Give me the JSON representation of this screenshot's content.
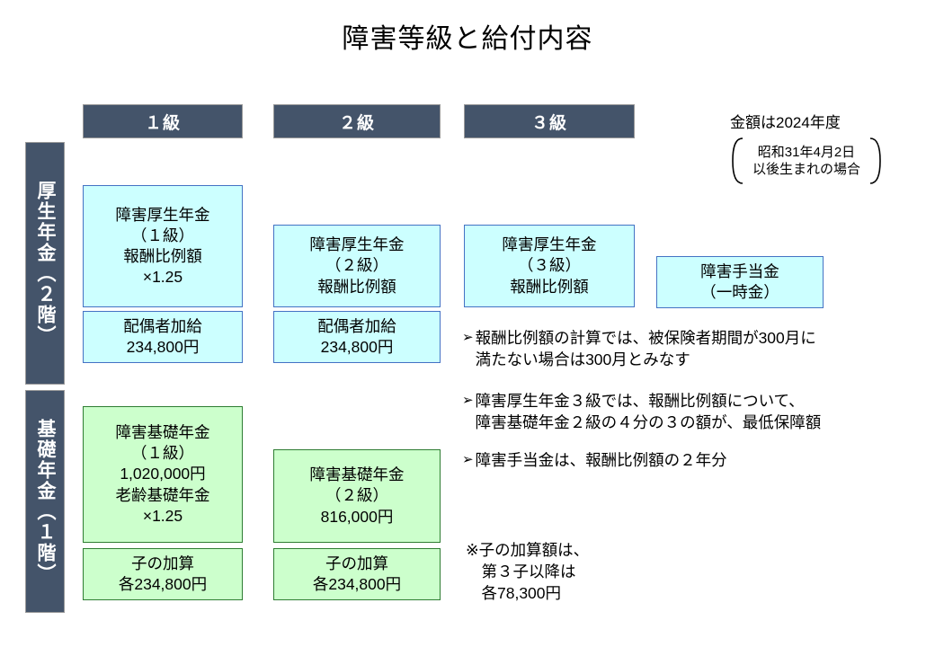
{
  "title": "障害等級と給付内容",
  "grade_headers": [
    {
      "label": "１級"
    },
    {
      "label": "２級"
    },
    {
      "label": "３級"
    }
  ],
  "tiers": [
    {
      "label": "厚生年金（２階）"
    },
    {
      "label": "基礎年金（１階）"
    }
  ],
  "kosei_boxes": [
    {
      "text": "障害厚生年金\n（１級）\n報酬比例額\n×1.25"
    },
    {
      "text": "配偶者加給\n234,800円"
    },
    {
      "text": "障害厚生年金\n（２級）\n報酬比例額"
    },
    {
      "text": "配偶者加給\n234,800円"
    },
    {
      "text": "障害厚生年金\n（３級）\n報酬比例額"
    },
    {
      "text": "障害手当金\n（一時金）"
    }
  ],
  "kiso_boxes": [
    {
      "text": "障害基礎年金\n（１級）\n1,020,000円\n老齢基礎年金\n×1.25"
    },
    {
      "text": "子の加算\n各234,800円"
    },
    {
      "text": "障害基礎年金\n（２級）\n816,000円"
    },
    {
      "text": "子の加算\n各234,800円"
    }
  ],
  "year_note": "金額は2024年度",
  "bracket_note": "昭和31年4月2日\n以後生まれの場合",
  "bullet_marker": "➢",
  "bullets": [
    {
      "text": "報酬比例額の計算では、被保険者期間が300月に\n満たない場合は300月とみなす"
    },
    {
      "text": "障害厚生年金３級では、報酬比例額について、\n障害基礎年金２級の４分の３の額が、最低保障額"
    },
    {
      "text": "障害手当金は、報酬比例額の２年分"
    }
  ],
  "footnote": "※子の加算額は、\n　第３子以降は\n　各78,300円",
  "colors": {
    "header_fill": "#44546A",
    "kosei_fill": "#CCFFFF",
    "kosei_border": "#4472C4",
    "kiso_fill": "#CCFFCC",
    "kiso_border": "#2E7D32",
    "text": "#000000"
  }
}
